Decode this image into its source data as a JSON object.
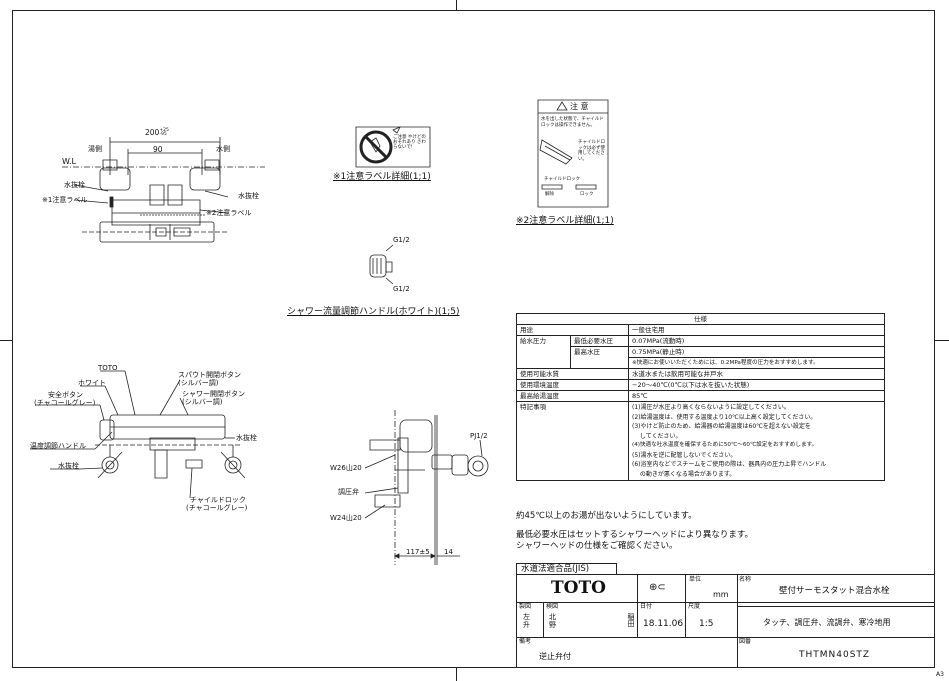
{
  "sheet_size": "A3",
  "views": {
    "front": {
      "dim_overall": "200",
      "dim_overall_tol_upper": "+25",
      "dim_overall_tol_lower": "-95",
      "dim_center": "90",
      "label_wl": "W.L",
      "label_hot": "湯側",
      "label_cold": "水側",
      "label_valve_left": "水抜栓",
      "label_valve_right": "水抜栓",
      "label_caution1": "※1注意ラベル",
      "label_caution2": "※2注意ラベル"
    },
    "top": {
      "label_toto": "TOTO",
      "label_white": "ホワイト",
      "label_safety_button": "安全ボタン",
      "label_safety_color": "(チャコールグレー)",
      "label_temp_handle": "温度調節ハンドル",
      "label_valve": "水抜栓",
      "label_spout_button": "スパウト開閉ボタン",
      "label_spout_color": "(シルバー調)",
      "label_shower_button": "シャワー開閉ボタン",
      "label_shower_color": "(シルバー調)",
      "label_valve_right": "水抜栓",
      "label_child_lock": "チャイルドロック",
      "label_child_lock_color": "(チャコールグレー)"
    },
    "side": {
      "label_pj": "PJ1/2",
      "label_w26": "W26山20",
      "label_pressure_valve": "調圧弁",
      "label_w24": "W24山20",
      "dim_width": "117±5",
      "dim_small": "14"
    },
    "handle": {
      "label_top": "G1/2",
      "label_bottom": "G1/2",
      "caption": "シャワー流量調節ハンドル(ホワイト)(1;5)"
    },
    "label1": {
      "caption": "※1注意ラベル詳細(1;1)",
      "text": "ご注意 やけどのおそれあり さわらないで!"
    },
    "label2": {
      "caption": "※2注意ラベル詳細(1;1)",
      "title": "注 意",
      "text": "水を出した状態で、チャイルドロックは操作できません。",
      "side_text": "チャイルドロックは必ず使用してください。",
      "lock_title": "チャイルドロック",
      "lock_release": "解除",
      "lock_lock": "ロック"
    }
  },
  "spec": {
    "title": "仕様",
    "rows": [
      {
        "h1": "用途",
        "h2": "",
        "v": "一般住宅用"
      },
      {
        "h1": "給水圧力",
        "h2": "最低必要水圧",
        "v": "0.07MPa(流動時)"
      },
      {
        "h1": "",
        "h2": "最高水圧",
        "v": "0.75MPa(静止時)"
      },
      {
        "h1": "",
        "h2": "",
        "v": "※快適にお使いいただくためには、0.2MPa程度の圧力をおすすめします。"
      },
      {
        "h1": "使用可能水質",
        "h2": "",
        "v": "水道水または飲用可能な井戸水"
      },
      {
        "h1": "使用環境温度",
        "h2": "",
        "v": "−20〜40℃(0℃以下は水を抜いた状態)"
      },
      {
        "h1": "最高給湯温度",
        "h2": "",
        "v": "85℃"
      }
    ],
    "notes_header": "特記事項",
    "notes": [
      "(1)湯圧が水圧より高くならないように設定してください。",
      "(2)給湯温度は、使用する温度より10℃以上高く設定してください。",
      "(3)やけど防止のため、給湯器の給湯温度は60℃を超えない設定を",
      "　 してください。",
      "(4)快適な吐水温度を確保するために50℃〜60℃設定をおすすめします。",
      "(5)湯水を逆に配管しないでください。",
      "(6)浴室内などでスチームをご使用の際は、器具内の圧力上昇でハンドル",
      "　 の動きが悪くなる場合があります。"
    ]
  },
  "notes": {
    "line1": "約45℃以上のお湯が出ないようにしています。",
    "line2": "最低必要水圧はセットするシャワーヘッドにより異なります。",
    "line3": "シャワーヘッドの仕様をご確認ください。"
  },
  "title_block": {
    "standard": "水道法適合品(JIS)",
    "brand": "TOTO",
    "unit_label": "単位",
    "unit_value": "mm",
    "name_label": "名称",
    "name_value": "壁付サーモスタット混合水栓",
    "drawn_label": "製図",
    "checked_label": "検図",
    "drawn_value": "左\n升",
    "checked_value": "北\n野",
    "approved_value": "稲田",
    "date_label": "日付",
    "date_value": "18.11.06",
    "scale_label": "尺度",
    "scale_value": "1:5",
    "description": "タッチ、調圧弁、流調弁、寒冷地用",
    "remarks_label": "備考",
    "remarks_value": "逆止弁付",
    "drawing_no_label": "図番",
    "drawing_no_value": "THTMN40STZ"
  }
}
